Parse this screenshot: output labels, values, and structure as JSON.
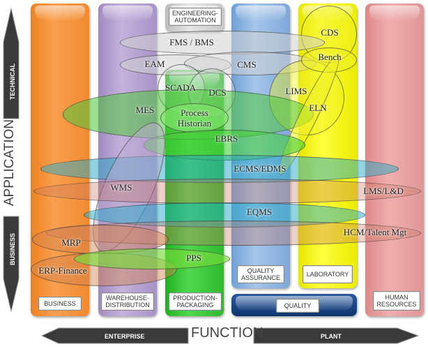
{
  "axes": {
    "vertical_title": "APPLICATION",
    "vertical_top": "TECHNICAL",
    "vertical_bottom": "BUSINESS",
    "horizontal_title": "FUNCTION",
    "horizontal_left": "ENTERPRISE",
    "horizontal_right": "PLANT"
  },
  "columns": [
    {
      "id": "business",
      "label": "BUSINESS",
      "color": "#f7923a"
    },
    {
      "id": "warehouse",
      "label": "WAREHOUSE-\nDISTRIBUTION",
      "color": "#b7a3d1"
    },
    {
      "id": "engineering",
      "label": "ENGINEERING-\nAUTOMATION",
      "color": "#d0d0d0"
    },
    {
      "id": "production",
      "label": "PRODUCTION-\nPACKAGING",
      "color": "#3cc83c"
    },
    {
      "id": "qa",
      "label": "QUALITY\nASSURANCE",
      "color": "#8fb6e0"
    },
    {
      "id": "lab",
      "label": "LABORATORY",
      "color": "#f2f200"
    },
    {
      "id": "hr",
      "label": "HUMAN\nRESOURCES",
      "color": "#e89a9a"
    }
  ],
  "group": {
    "label": "QUALITY",
    "color": "#103a78"
  },
  "systems": [
    {
      "name": "CDS"
    },
    {
      "name": "FMS / BMS"
    },
    {
      "name": "Bench"
    },
    {
      "name": "EAM"
    },
    {
      "name": "CMS"
    },
    {
      "name": "SCADA"
    },
    {
      "name": "DCS"
    },
    {
      "name": "LIMS"
    },
    {
      "name": "MES"
    },
    {
      "name": "Process\nHistorian"
    },
    {
      "name": "ELN"
    },
    {
      "name": "EBRS"
    },
    {
      "name": "ECMS/EDMS"
    },
    {
      "name": "WMS"
    },
    {
      "name": "LMS/L&D"
    },
    {
      "name": "EQMS"
    },
    {
      "name": "HCM/Talent Mgt"
    },
    {
      "name": "MRP"
    },
    {
      "name": "PPS"
    },
    {
      "name": "ERP-Finance"
    }
  ]
}
